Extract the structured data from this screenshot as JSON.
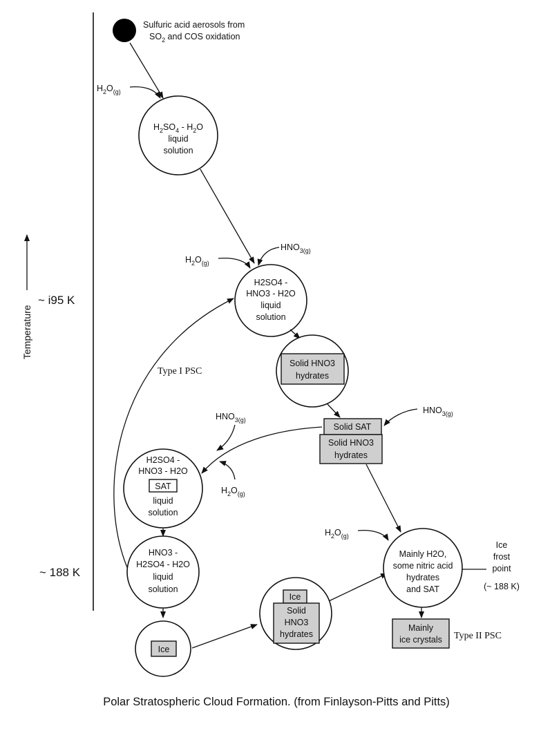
{
  "source_node": {
    "line1": "Sulfuric acid aerosols from",
    "line2_a": "SO",
    "line2_sub": "2",
    "line2_b": " and COS oxidation"
  },
  "axis": {
    "label": "Temperature",
    "tick_195": "~ i95 K",
    "tick_188": "~ 188 K"
  },
  "gases": {
    "h2o_main": "H",
    "h2o_sub1": "2",
    "h2o_o": "O",
    "h2o_sub2": "(g)",
    "hno3_main": "HNO",
    "hno3_sub": "3(g)"
  },
  "node1": {
    "l1a": "H",
    "l1b": "2",
    "l1c": "SO",
    "l1d": "4",
    "l1e": " - H",
    "l1f": "2",
    "l1g": "O",
    "l2": "liquid",
    "l3": "solution"
  },
  "node2": {
    "l1": "H2SO4 -",
    "l2": "HNO3 - H2O",
    "l3": "liquid",
    "l4": "solution"
  },
  "node3": {
    "l1": "Solid HNO3",
    "l2": "hydrates"
  },
  "sat_box": {
    "l1": "Solid SAT",
    "l2": "Solid HNO3",
    "l3": "hydrates"
  },
  "node4": {
    "l1": "H2SO4 -",
    "l2": "HNO3 - H2O",
    "sat": "SAT",
    "l3": "liquid",
    "l4": "solution"
  },
  "node5": {
    "l1": "HNO3 -",
    "l2": "H2SO4 - H2O",
    "l3": "liquid",
    "l4": "solution"
  },
  "node6": {
    "ice": "Ice"
  },
  "node7": {
    "ice": "Ice",
    "l1": "Solid",
    "l2": "HNO3",
    "l3": "hydrates"
  },
  "node8": {
    "l1": "Mainly H2O,",
    "l2": "some nitric acid",
    "l3": "hydrates",
    "l4": "and SAT"
  },
  "frost_point": {
    "l1": "Ice",
    "l2": "frost",
    "l3": "point",
    "l4": "(~ 188 K)"
  },
  "mainly_ice": {
    "l1": "Mainly",
    "l2": "ice crystals"
  },
  "type1": "Type I PSC",
  "type2": "Type II PSC",
  "caption": "Polar Stratospheric Cloud Formation.  (from Finlayson-Pitts and Pitts)"
}
